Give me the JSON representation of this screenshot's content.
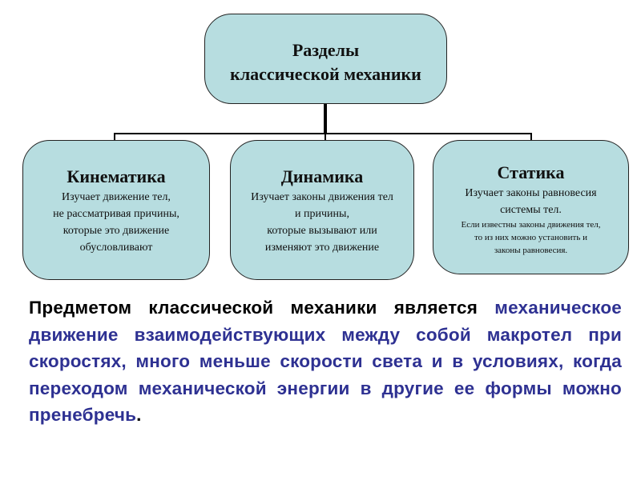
{
  "root": {
    "line1": "Разделы",
    "line2": "классической механики"
  },
  "branches": [
    {
      "title": "Кинематика",
      "desc": [
        "Изучает движение тел,",
        "не рассматривая причины,",
        "которые это движение",
        "обусловливают"
      ]
    },
    {
      "title": "Динамика",
      "desc": [
        "Изучает законы движения тел",
        "и причины,",
        "которые вызывают или",
        "изменяют это движение"
      ]
    },
    {
      "title": "Статика",
      "desc": [
        "Изучает законы равновесия",
        "системы тел."
      ],
      "note": [
        "Если известны законы движения тел,",
        "то из них можно установить и",
        "законы равновесия."
      ]
    }
  ],
  "paragraph": {
    "lead": "Предметом классической механики является ",
    "body": "механическое движение взаимодействующих между собой макротел при скоростях, много меньше скорости света и в условиях, когда переходом механической энергии в другие ее формы можно пренебречь",
    "end": "."
  },
  "colors": {
    "box": "#b7dde0",
    "text_blue": "#2e3192"
  }
}
